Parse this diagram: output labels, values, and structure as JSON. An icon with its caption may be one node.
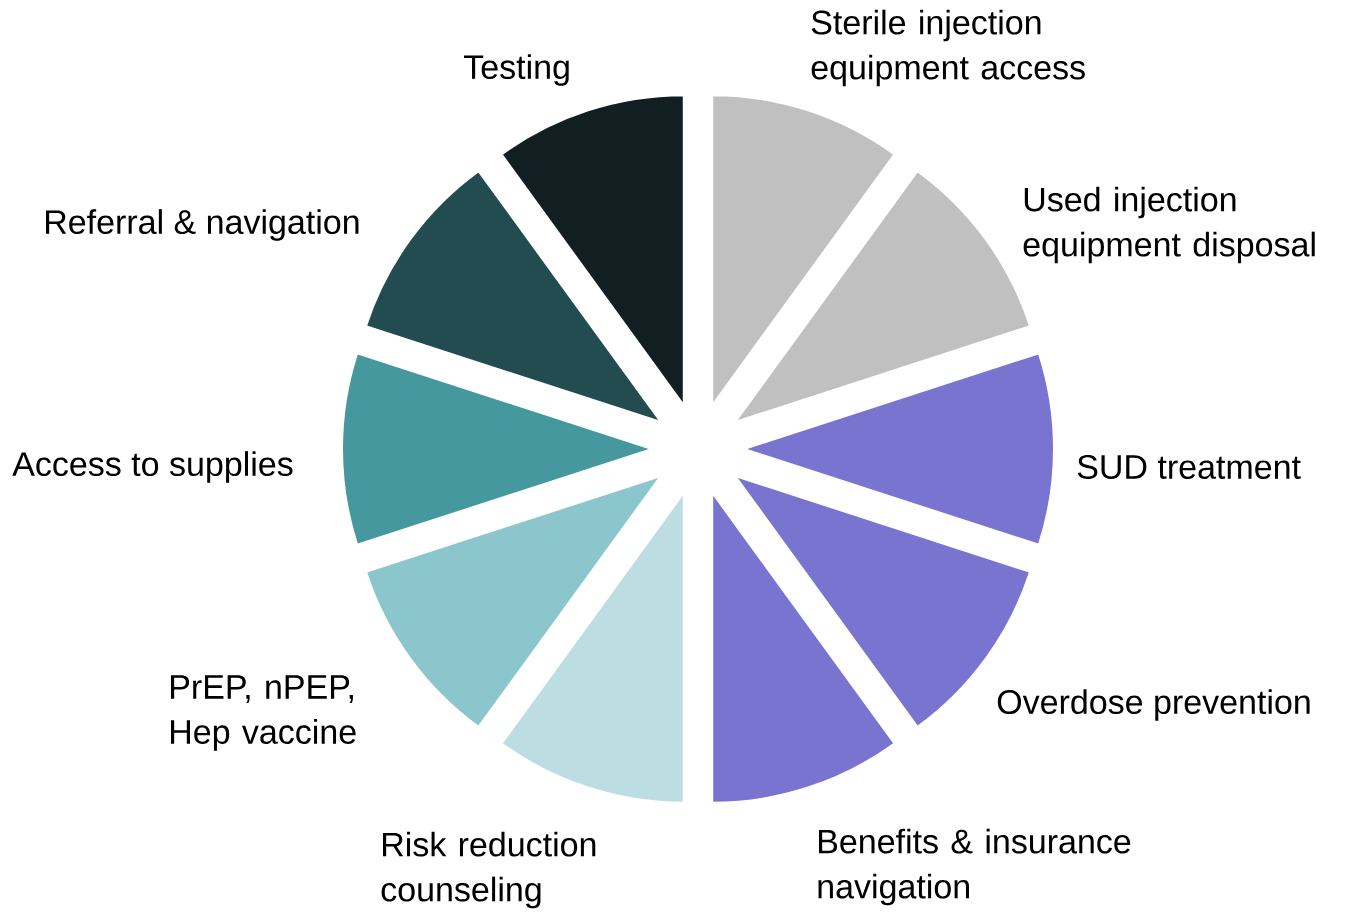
{
  "diagram": {
    "nodes": [
      {
        "text": [
          "Testing"
        ]
      },
      {
        "text": [
          "Sterile injection equipment access"
        ]
      },
      {
        "text": [
          "Used injection equipment disposal"
        ]
      },
      {
        "text": [
          "SUD treatment"
        ]
      },
      {
        "text": [
          "Overdose prevention"
        ]
      },
      {
        "text": [
          "Benefits & insurance navigation"
        ]
      },
      {
        "text": [
          "Risk reduction counseling"
        ]
      },
      {
        "text": [
          "PrEP, nPEP, Hep vaccine"
        ]
      },
      {
        "text": [
          "Access to supplies"
        ]
      },
      {
        "text": [
          "Referral & navigation"
        ]
      }
    ]
  }
}
